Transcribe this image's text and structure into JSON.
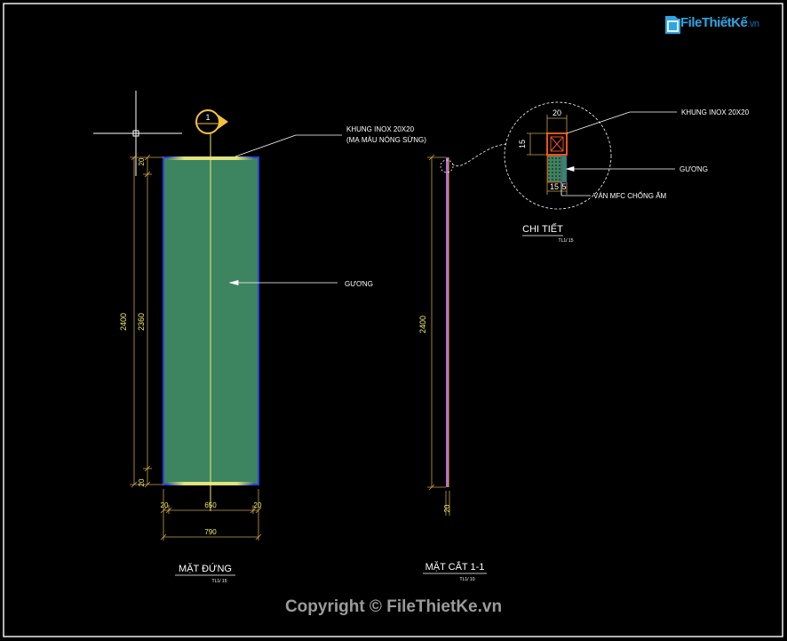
{
  "logo": {
    "icon": "file-folder-icon",
    "brand": "FileThiếtKế",
    "suffix": ".vn"
  },
  "copyright": "Copyright © FileThietKe.vn",
  "elevation": {
    "section_marker": "1",
    "dim_total_height": "2400",
    "dim_inner_height": "2360",
    "dim_top": "20",
    "dim_bottom": "20",
    "dim_left": "20",
    "dim_middle": "650",
    "dim_right": "20",
    "dim_total_width": "790",
    "label_frame_line1": "KHUNG INOX 20X20",
    "label_frame_line2": "(MẠ MÀU NÓNG SỪNG)",
    "label_mirror": "GƯƠNG",
    "title": "MẶT ĐỨNG",
    "scale": "TL1/ 15"
  },
  "section": {
    "dim_height": "2400",
    "dim_width": "20",
    "title": "MẶT CẮT 1-1",
    "scale": "TL1/ 10"
  },
  "detail": {
    "dim_top": "20",
    "dim_side": "15",
    "dim_bottom_left": "15",
    "dim_bottom_right": "5",
    "label_frame": "KHUNG INOX 20X20",
    "label_mirror": "GƯƠNG",
    "label_board": "VÁN MFC CHỐNG ẨM",
    "title": "CHI TIẾT",
    "scale": "TL1/ 15"
  },
  "colors": {
    "background": "#000000",
    "border": "#ffffff",
    "mirror_fill": "#3d8460",
    "frame_blue": "#2a3fd6",
    "axis_yellow": "#f2ec6e",
    "dim_gold": "#c9a24a",
    "text_white": "#ffffff",
    "profile_orange": "#e8531d",
    "section_purple": "#b36bd6"
  }
}
